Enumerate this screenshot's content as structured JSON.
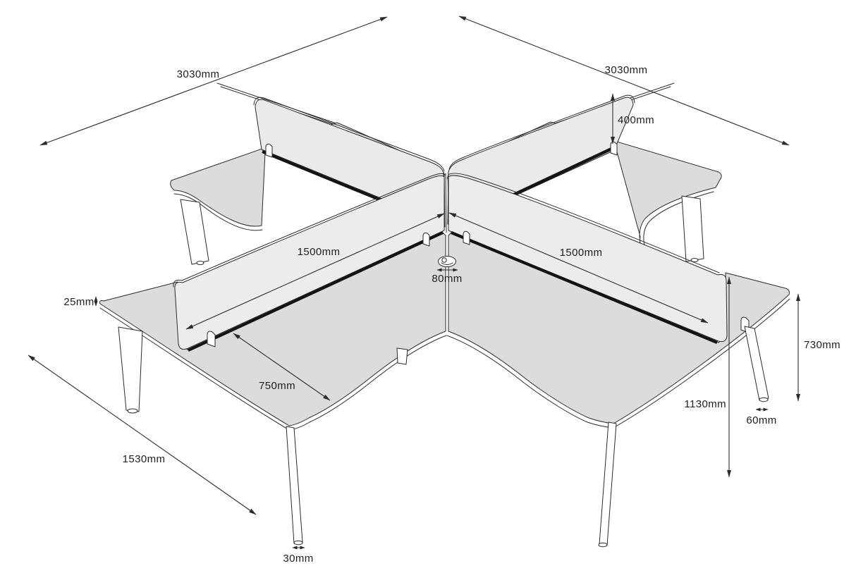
{
  "drawing": {
    "labels": {
      "overall_depth_left": "3030mm",
      "overall_width_right": "3030mm",
      "screen_height": "400mm",
      "screen_length_left": "1500mm",
      "screen_length_right": "1500mm",
      "grommet_width": "80mm",
      "desktop_thickness": "25mm",
      "desk_depth": "750mm",
      "desk_width": "1530mm",
      "desk_height": "730mm",
      "total_height": "1130mm",
      "leg_width_top": "60mm",
      "leg_width_bottom": "30mm"
    },
    "colors": {
      "background": "#ffffff",
      "line": "#2b2b2b",
      "desk_fill": "#dcdcdc",
      "desk_far_fill": "#d6d6d6",
      "screen_fill": "#e9e9e9",
      "gap_shadow": "#141414",
      "label_text": "#1d1d1d"
    }
  }
}
